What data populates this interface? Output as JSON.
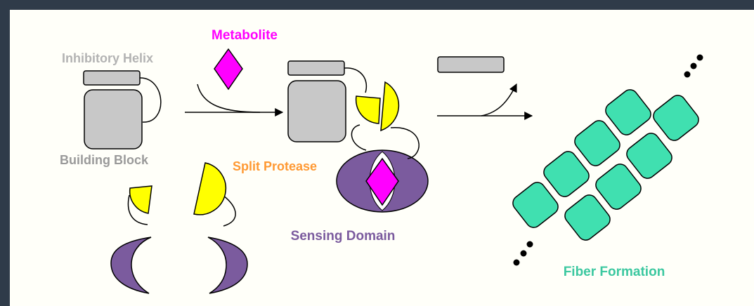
{
  "labels": {
    "metabolite": "Metabolite",
    "inhibitory_helix": "Inhibitory Helix",
    "building_block": "Building Block",
    "split_protease": "Split Protease",
    "sensing_domain": "Sensing Domain",
    "fiber_formation": "Fiber Formation"
  },
  "colors": {
    "frame": "#2f3b49",
    "background": "#fffff9",
    "metabolite": "#ff00ff",
    "inhibitory_helix_text": "#b3b3b3",
    "building_block": "#c8c8c8",
    "building_block_text": "#9a9a9a",
    "split_protease": "#ffff00",
    "split_protease_text": "#ff9933",
    "sensing_domain": "#7b5b9e",
    "sensing_domain_text": "#7b5b9e",
    "fiber": "#40e0b0",
    "fiber_text": "#3cc8a0"
  }
}
